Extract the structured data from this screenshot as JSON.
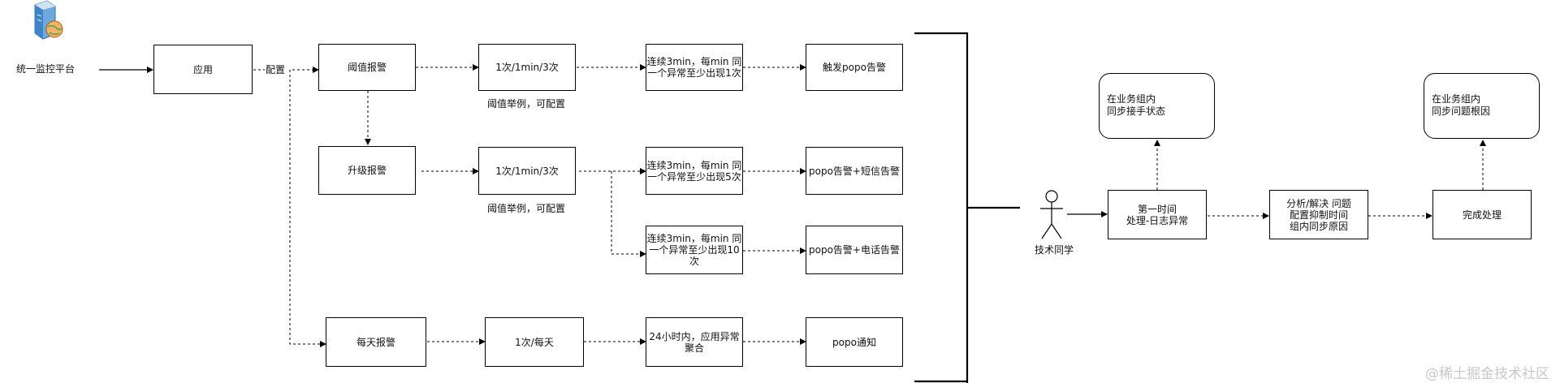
{
  "platform": {
    "label": "统一监控平台"
  },
  "app": {
    "label": "应用"
  },
  "config_label": "配置",
  "rows": {
    "threshold": {
      "type": "阈值报警",
      "rate": "1次/1min/3次",
      "note": "阈值举例，可配置",
      "cond": "连续3min，每min 同\n一个异常至少出现1次",
      "action": "触发popo告警"
    },
    "upgrade": {
      "type": "升级报警",
      "rate": "1次/1min/3次",
      "note": "阈值举例，可配置",
      "cond_sms": "连续3min，每min 同\n一个异常至少出现5次",
      "action_sms": "popo告警+短信告警",
      "cond_phone": "连续3min，每min 同\n一个异常至少出现10\n次",
      "action_phone": "popo告警+电话告警"
    },
    "daily": {
      "type": "每天报警",
      "rate": "1次/每天",
      "cond": "24小时内，应用异常\n聚合",
      "action": "popo通知"
    }
  },
  "handling": {
    "actor": "技术同学",
    "first": "第一时间\n处理-日志异常",
    "sync_state": "在业务组内\n同步接手状态",
    "analyze": "分析/解决 问题\n配置抑制时间\n组内同步原因",
    "done": "完成处理",
    "sync_cause": "在业务组内\n同步问题根因"
  },
  "watermark": "@稀土掘金技术社区"
}
